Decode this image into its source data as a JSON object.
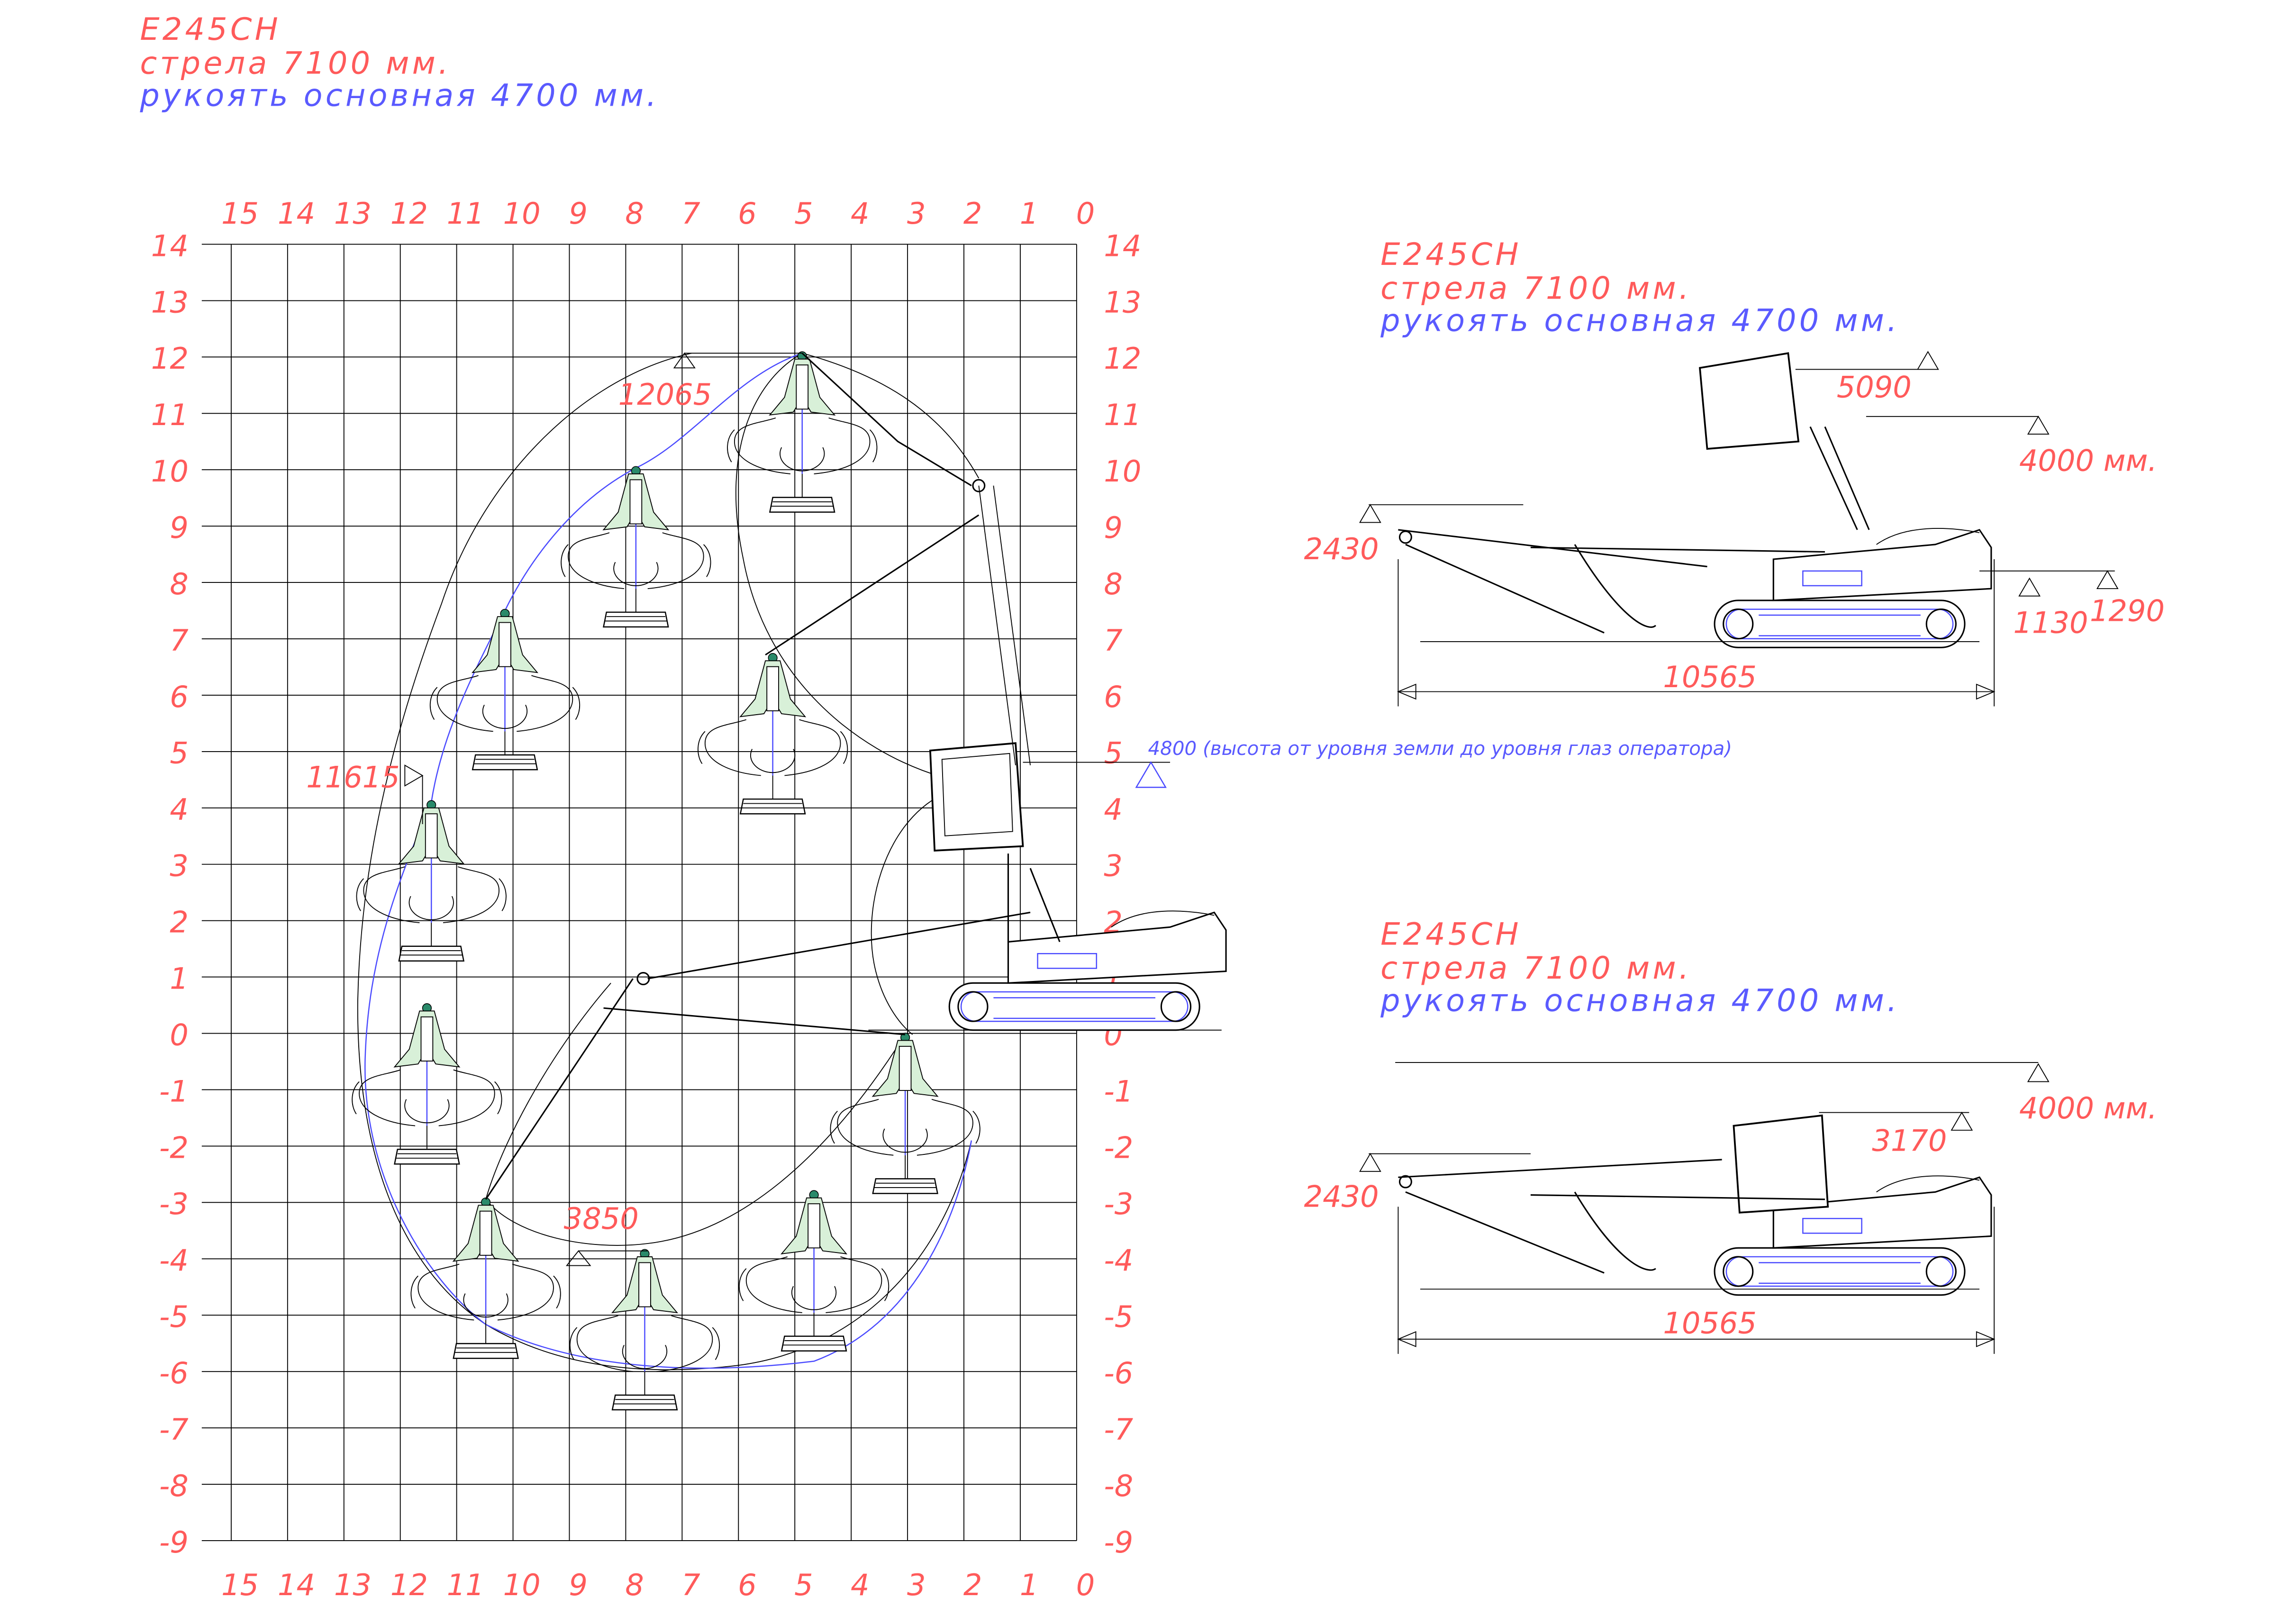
{
  "main": {
    "title": "E245CH",
    "boom": "стрела 7100 мм.",
    "stick": "рукоять основная 4700 мм.",
    "x_ticks": [
      "15",
      "14",
      "13",
      "12",
      "11",
      "10",
      "9",
      "8",
      "7",
      "6",
      "5",
      "4",
      "3",
      "2",
      "1",
      "0"
    ],
    "y_ticks": [
      "14",
      "13",
      "12",
      "11",
      "10",
      "9",
      "8",
      "7",
      "6",
      "5",
      "4",
      "3",
      "2",
      "1",
      "0",
      "-1",
      "-2",
      "-3",
      "-4",
      "-5",
      "-6",
      "-7",
      "-8",
      "-9"
    ],
    "dim_max_height": "12065",
    "dim_max_reach": "11615",
    "dim_depth": "3850",
    "eye_level_note": "4800 (высота от уровня земли до уровня глаз оператора)"
  },
  "panel_top": {
    "title": "E245CH",
    "boom": "стрела 7100 мм.",
    "stick": "рукоять основная 4700 мм.",
    "dim_cab_height": "5090",
    "dim_transport_height": "4000 мм.",
    "dim_boom_height": "2430",
    "dim_1130": "1130",
    "dim_1290": "1290",
    "dim_length": "10565"
  },
  "panel_bottom": {
    "title": "E245CH",
    "boom": "стрела 7100 мм.",
    "stick": "рукоять основная 4700 мм.",
    "dim_cab_height": "3170",
    "dim_transport_height": "4000 мм.",
    "dim_boom_height": "2430",
    "dim_length": "10565"
  },
  "colors": {
    "red": "#ff5a5a",
    "blue": "#5a5aff",
    "line": "#000000"
  }
}
